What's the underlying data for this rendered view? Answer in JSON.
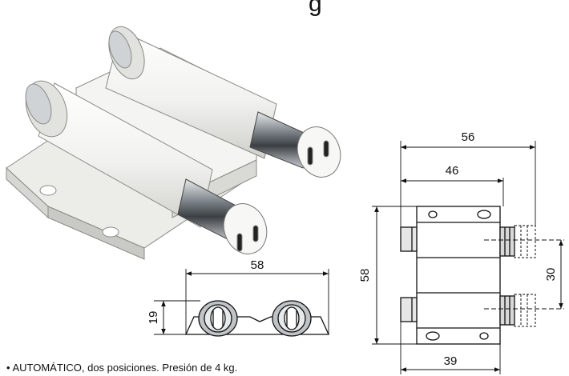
{
  "header": {
    "title_fragment": "g"
  },
  "dimensions": {
    "front_width": "58",
    "front_height": "19",
    "side_total_depth": "56",
    "side_inner_depth": "46",
    "side_height": "58",
    "side_base_width": "39",
    "plunger_spacing": "30"
  },
  "caption": "• AUTOMÁTICO, dos posiciones. Presión de 4 kg.",
  "colors": {
    "body": "#f2f2f0",
    "line": "#111111",
    "metal": "#9aa0a6"
  },
  "icons": [
    "magnetic-latch-product-illustration",
    "front-view-drawing",
    "side-view-drawing"
  ]
}
